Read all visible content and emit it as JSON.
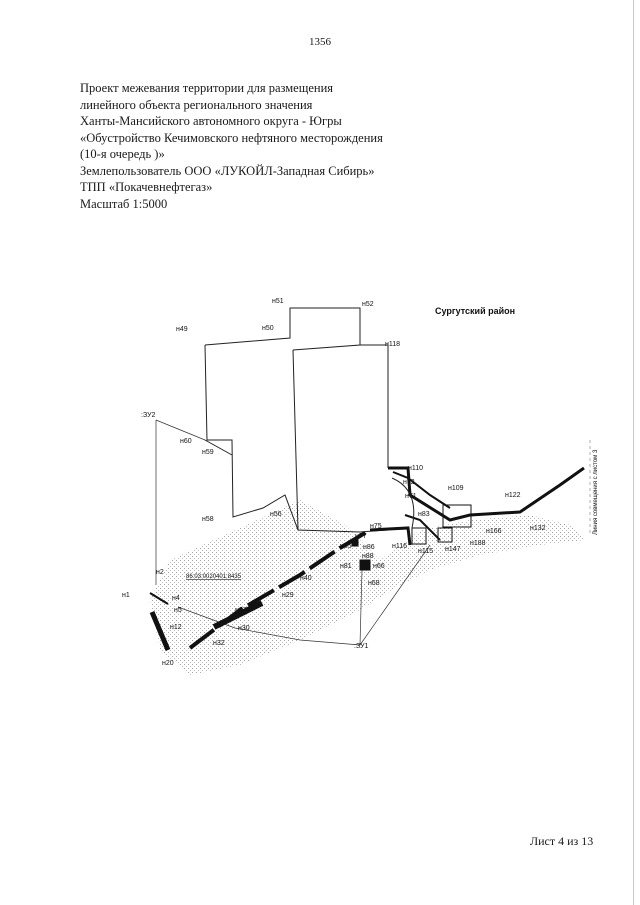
{
  "page_number": "1356",
  "header": {
    "lines": [
      "Проект межевания территории для размещения",
      "линейного объекта регионального значения",
      "Ханты-Мансийского автономного округа - Югры",
      "«Обустройство Кечимовского нефтяного месторождения",
      "(10-я очередь )»",
      "Землепользователь ООО «ЛУКОЙЛ-Западная Сибирь»",
      "ТПП «Покачевнефтегаз»",
      "Масштаб 1:5000"
    ]
  },
  "map": {
    "district_label": "Сургутский район",
    "match_line_label": "Линия совмещения с листом 3",
    "parcel_labels": {
      "zu1": ":ЗУ1",
      "zu2": ":ЗУ2"
    },
    "cadastral_number": "86:03:0020401:8435",
    "points": {
      "n1": "н1",
      "n2": "н2",
      "n4": "н4",
      "n5": "н5",
      "n12": "н12",
      "n20": "н20",
      "n27": "н27",
      "n29": "н29",
      "n30": "н30",
      "n32": "н32",
      "n40": "н40",
      "n49": "н49",
      "n50": "н50",
      "n51": "н51",
      "n52": "н52",
      "n56": "н56",
      "n58": "н58",
      "n59": "н59",
      "n60": "н60",
      "n66": "н66",
      "n68": "н68",
      "n71": "н71",
      "n72": "н72",
      "n75": "н75",
      "n77": "н77",
      "n81": "н81",
      "n83": "н83",
      "n85": "н85",
      "n86": "н86",
      "n88": "н88",
      "n109": "н109",
      "n110": "н110",
      "n115": "н115",
      "n116": "н116",
      "n118": "н118",
      "n122": "н122",
      "n132": "н132",
      "n147": "н147",
      "n166": "н166",
      "n188": "н188"
    }
  },
  "footer": {
    "sheet": "Лист 4 из 13"
  },
  "colors": {
    "ink": "#1a1a1a",
    "hatch": "#9a9a9a",
    "line": "#222222"
  }
}
